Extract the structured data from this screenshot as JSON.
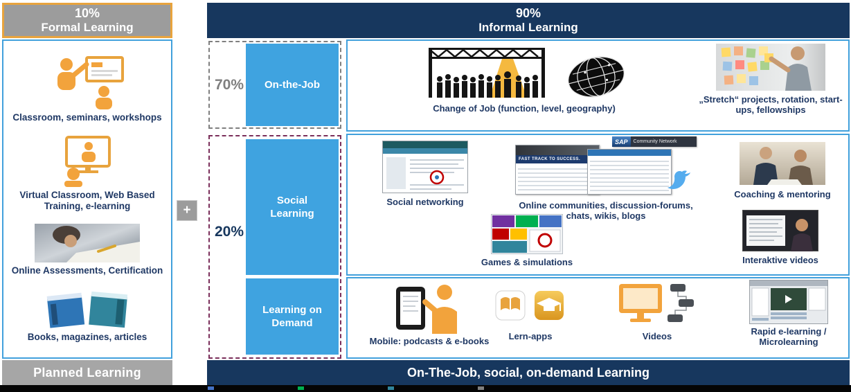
{
  "colors": {
    "navy": "#17375E",
    "sky_blue": "#3FA3E0",
    "panel_border_blue": "#41A0DC",
    "header_gray": "#9C9C9C",
    "footer_gray": "#A6A6A6",
    "accent_orange": "#E8A33D",
    "dashed_gray": "#7F7F7F",
    "dashed_plum": "#7A2E5A",
    "caption_navy": "#1F3864"
  },
  "left_panel": {
    "header": {
      "percent": "10%",
      "title": "Formal Learning"
    },
    "items": [
      {
        "label": "Classroom, seminars, workshops",
        "icon": "classroom-icon"
      },
      {
        "label": "Virtual Classroom, Web Based Training, e-learning",
        "icon": "virtual-classroom-icon"
      },
      {
        "label": "Online Assessments, Certification",
        "icon": "online-assessment-photo"
      },
      {
        "label": "Books, magazines, articles",
        "icon": "books-icon"
      }
    ],
    "footer": "Planned Learning"
  },
  "plus_label": "+",
  "right_panel": {
    "header": {
      "percent": "90%",
      "title": "Informal Learning"
    },
    "on_the_job": {
      "percent": "70%",
      "category": "On-the-Job",
      "items": [
        {
          "label": "Change of Job (function, level, geography)",
          "icon": "stage-crowd-and-globe"
        },
        {
          "label": "„Stretch“ projects, rotation, start-ups, fellowships",
          "icon": "sticky-notes-photo"
        }
      ]
    },
    "twenty_percent": {
      "percent": "20%",
      "social_learning": {
        "category": "Social Learning",
        "items": [
          {
            "label": "Social networking",
            "icon": "social-network-screenshot"
          },
          {
            "label": "Online communities, discussion-forums, chats, wikis, blogs",
            "icon": "communities-screenshots"
          },
          {
            "label": "Coaching & mentoring",
            "icon": "coaching-photo"
          },
          {
            "label": "Games & simulations",
            "icon": "games-screenshot"
          },
          {
            "label": "Interaktive videos",
            "icon": "interactive-video-screenshot"
          }
        ]
      },
      "learning_on_demand": {
        "category": "Learning on Demand",
        "items": [
          {
            "label": "Mobile: podcasts & e-books",
            "icon": "mobile-podcast-icon"
          },
          {
            "label": "Lern-apps",
            "icon": "learn-apps-icons"
          },
          {
            "label": "Videos",
            "icon": "video-monitor-icon"
          },
          {
            "label": "Rapid e-learning / Microlearning",
            "icon": "rapid-elearning-screenshot"
          }
        ]
      }
    },
    "footer": "On-The-Job, social, on-demand Learning"
  },
  "embedded_text": {
    "sap_logo": "SAP",
    "sap_banner": "Community Network",
    "fast_track": "FAST TRACK TO SUCCESS."
  }
}
